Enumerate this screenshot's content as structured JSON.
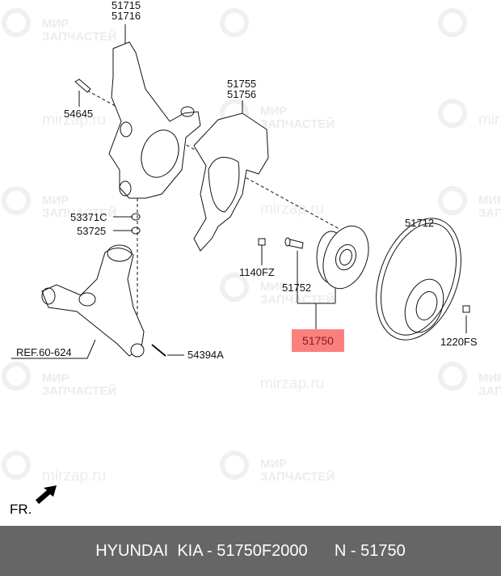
{
  "diagram": {
    "type": "exploded-parts-diagram",
    "subject": "Front axle hub / knuckle assembly",
    "parts": [
      {
        "id": "knuckle",
        "labels": [
          "51715",
          "51716"
        ]
      },
      {
        "id": "bolt-54645",
        "labels": [
          "54645"
        ]
      },
      {
        "id": "dust-cover",
        "labels": [
          "51755",
          "51756"
        ]
      },
      {
        "id": "nut-53371c",
        "labels": [
          "53371C"
        ]
      },
      {
        "id": "washer-53725",
        "labels": [
          "53725"
        ]
      },
      {
        "id": "screw-1140fz",
        "labels": [
          "1140FZ"
        ]
      },
      {
        "id": "hub-bolt",
        "labels": [
          "51752"
        ]
      },
      {
        "id": "hub-assembly",
        "labels": [
          "51750"
        ],
        "highlighted": true
      },
      {
        "id": "brake-disc",
        "labels": [
          "51712"
        ]
      },
      {
        "id": "screw-1220fs",
        "labels": [
          "1220FS"
        ]
      },
      {
        "id": "lower-arm-ref",
        "labels": [
          "REF.60-624"
        ]
      },
      {
        "id": "cotter-pin",
        "labels": [
          "54394A"
        ]
      }
    ],
    "front_indicator": "FR.",
    "highlight_color": "#fa8080"
  },
  "labels": {
    "knuckle_1": "51715",
    "knuckle_2": "51716",
    "bolt": "54645",
    "cover_1": "51755",
    "cover_2": "51756",
    "nut": "53371C",
    "washer": "53725",
    "screw_fz": "1140FZ",
    "hub_bolt": "51752",
    "hub_assembly": "51750",
    "disc": "51712",
    "screw_fs": "1220FS",
    "ref": "REF.60-624",
    "cotter": "54394A",
    "fr": "FR."
  },
  "watermark": {
    "line1": "МИР",
    "line2": "ЗАПЧАСТЕЙ",
    "url": "mirzap.ru"
  },
  "footer": {
    "brand": "HYUNDAI  KIA - 51750F2000",
    "number": "N - 51750"
  }
}
